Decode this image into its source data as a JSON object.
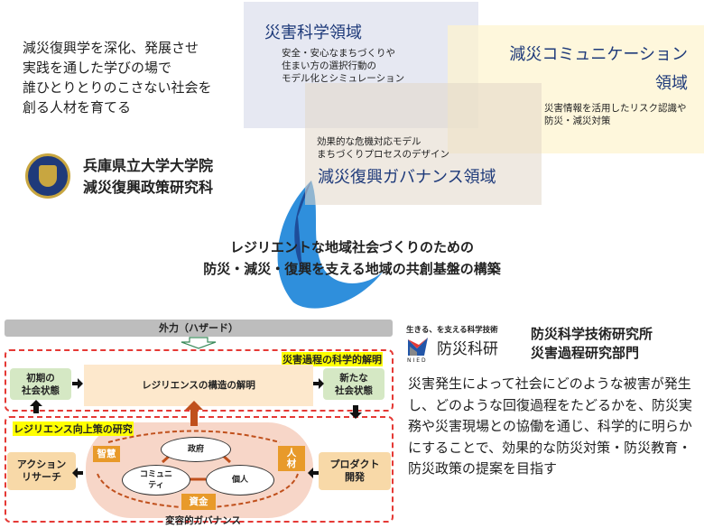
{
  "intro": {
    "lines": [
      "減災復興学を深化、発展させ",
      "実践を通した学びの場で",
      "誰ひとりとりのこさない社会を",
      "創る人材を育てる"
    ]
  },
  "school": {
    "line1": "兵庫県立大学大学院",
    "line2": "減災復興政策研究科"
  },
  "areas": {
    "science": {
      "title": "災害科学領域",
      "desc": [
        "安全・安心なまちづくりや",
        "住まい方の選択行動の",
        "モデル化とシミュレーション"
      ]
    },
    "communication": {
      "title1": "減災コミュニケーション",
      "title2": "領域",
      "desc": [
        "災害情報を活用したリスク認識や",
        "防災・減災対策"
      ]
    },
    "governance": {
      "title": "減災復興ガバナンス領域",
      "desc": [
        "効果的な危機対応モデル",
        "まちづくりプロセスのデザイン"
      ]
    }
  },
  "center": {
    "line1": "レジリエントな地域社会づくりのための",
    "line2": "防災・減災・復興を支える地域の共創基盤の構築"
  },
  "diagram": {
    "hazard": "外力（ハザード）",
    "upper_label": "災害過程の科学的解明",
    "initial": [
      "初期の",
      "社会状態"
    ],
    "structure": "レジリエンスの構造の解明",
    "new_state": [
      "新たな",
      "社会状態"
    ],
    "lower_label": "レジリエンス向上策の研究",
    "action": [
      "アクション",
      "リサーチ"
    ],
    "product": [
      "プロダクト",
      "開発"
    ],
    "wisdom": "智慧",
    "talent": [
      "人",
      "材"
    ],
    "funds": "資金",
    "government": "政府",
    "community": [
      "コミュニ",
      "ティ"
    ],
    "individual": "個人",
    "transformative": "変容的ガバナンス"
  },
  "nied": {
    "tagline": "生きる、を支える科学技術",
    "logo_text": "防災科研",
    "logo_sub": "NIED",
    "title1": "防災科学技術研究所",
    "title2": "災害過程研究部門"
  },
  "description": "災害発生によって社会にどのような被害が発生し、どのような回復過程をたどるかを、防災実務や災害現場との協働を通じ、科学的に明らかにすることで、効果的な防災対策・防災教育・防災政策の提案を目指す"
}
